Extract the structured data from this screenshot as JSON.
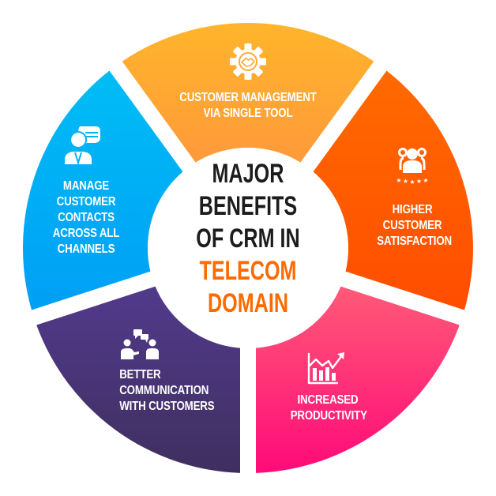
{
  "title": {
    "lines_dark": [
      "MAJOR",
      "BENEFITS",
      "OF CRM IN"
    ],
    "lines_accent": [
      "TELECOM",
      "DOMAIN"
    ],
    "dark_color": "#1c1c1c",
    "accent_color": "#ff6a00"
  },
  "segments": [
    {
      "id": "customer-management",
      "icon": "gear-handshake-icon",
      "lines": [
        "CUSTOMER MANAGEMENT",
        "VIA SINGLE TOOL"
      ],
      "color_top": "#ffb52b",
      "color_bottom": "#ff9a3a"
    },
    {
      "id": "higher-satisfaction",
      "icon": "customers-rating-icon",
      "lines": [
        "HIGHER",
        "CUSTOMER",
        "SATISFACTION"
      ],
      "color_top": "#ff6a00",
      "color_bottom": "#ff4d00"
    },
    {
      "id": "increased-productivity",
      "icon": "growth-chart-icon",
      "lines": [
        "INCREASED",
        "PRODUCTIVITY"
      ],
      "color_top": "#ff5a78",
      "color_bottom": "#ff0a78"
    },
    {
      "id": "better-communication",
      "icon": "conversation-icon",
      "lines": [
        "BETTER",
        "COMMUNICATION",
        "WITH CUSTOMERS"
      ],
      "color_top": "#523a8c",
      "color_bottom": "#3f2f5f"
    },
    {
      "id": "manage-contacts",
      "icon": "contact-chat-icon",
      "lines": [
        "MANAGE",
        "CUSTOMER",
        "CONTACTS",
        "ACROSS ALL",
        "CHANNELS"
      ],
      "color_top": "#00bdf5",
      "color_bottom": "#009ff5"
    }
  ]
}
